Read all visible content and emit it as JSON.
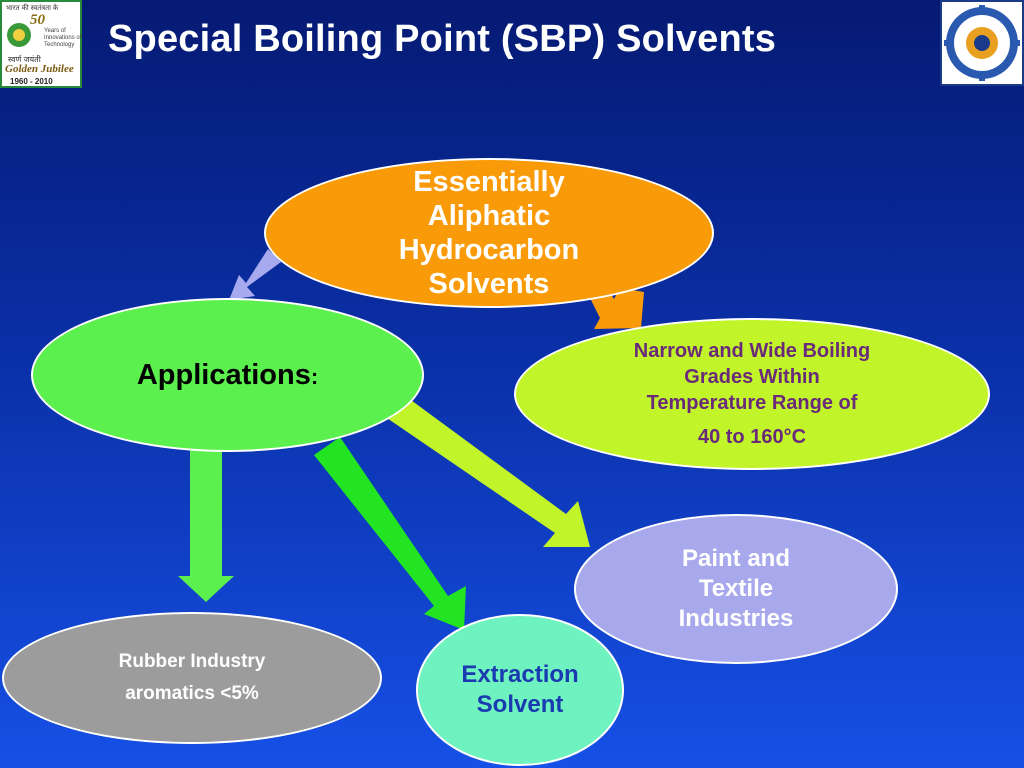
{
  "header": {
    "title": "Special Boiling Point (SBP) Solvents",
    "left_logo": {
      "line1": "भारत की स्वतंत्रता के",
      "years": "50",
      "subtitle": "Years of Innovations of Technology",
      "hindi": "स्वर्ण जयंती",
      "jubilee": "Golden Jubilee",
      "dates": "1960 - 2010"
    },
    "right_logo": {
      "icon": "csir-emblem-icon"
    }
  },
  "diagram": {
    "nodes": {
      "top": {
        "lines": [
          "Essentially",
          "Aliphatic",
          "Hydrocarbon",
          "Solvents"
        ],
        "color": "#f99a08"
      },
      "applications": {
        "label": "Applications",
        "suffix": ":",
        "color": "#5cf04e"
      },
      "narrow": {
        "lines": [
          "Narrow and Wide Boiling",
          "Grades Within",
          "Temperature Range of",
          "40 to 160°C"
        ],
        "color": "#c2f42a"
      },
      "paint": {
        "lines": [
          "Paint and",
          "Textile",
          "Industries"
        ],
        "color": "#a8a8ec"
      },
      "rubber": {
        "lines": [
          "Rubber Industry",
          "aromatics <5%"
        ],
        "color": "#9c9c9c"
      },
      "extraction": {
        "lines": [
          "Extraction",
          "Solvent"
        ],
        "color": "#6ef2c0"
      }
    },
    "arrow_colors": {
      "top_to_applications": "#a8aaf0",
      "top_to_narrow": "#f99a08",
      "applications_to_paint": "#c2f42a",
      "applications_to_extraction": "#22e422",
      "applications_to_rubber": "#5cf04e"
    }
  }
}
